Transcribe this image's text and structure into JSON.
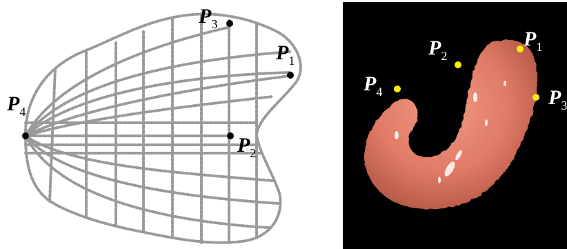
{
  "left_diagram": {
    "points": [
      {
        "letter": "P",
        "index": "1"
      },
      {
        "letter": "P",
        "index": "2"
      },
      {
        "letter": "P",
        "index": "3"
      },
      {
        "letter": "P",
        "index": "4"
      }
    ],
    "colors": {
      "mesh": "#9a9a9a",
      "point": "#000000",
      "label": "#000000"
    }
  },
  "right_image": {
    "points": [
      {
        "letter": "P",
        "index": "1"
      },
      {
        "letter": "P",
        "index": "2"
      },
      {
        "letter": "P",
        "index": "3"
      },
      {
        "letter": "P",
        "index": "4"
      }
    ],
    "colors": {
      "background": "#000000",
      "organ": "#e07a66",
      "point": "#ffee00",
      "label": "#ffffff"
    }
  }
}
